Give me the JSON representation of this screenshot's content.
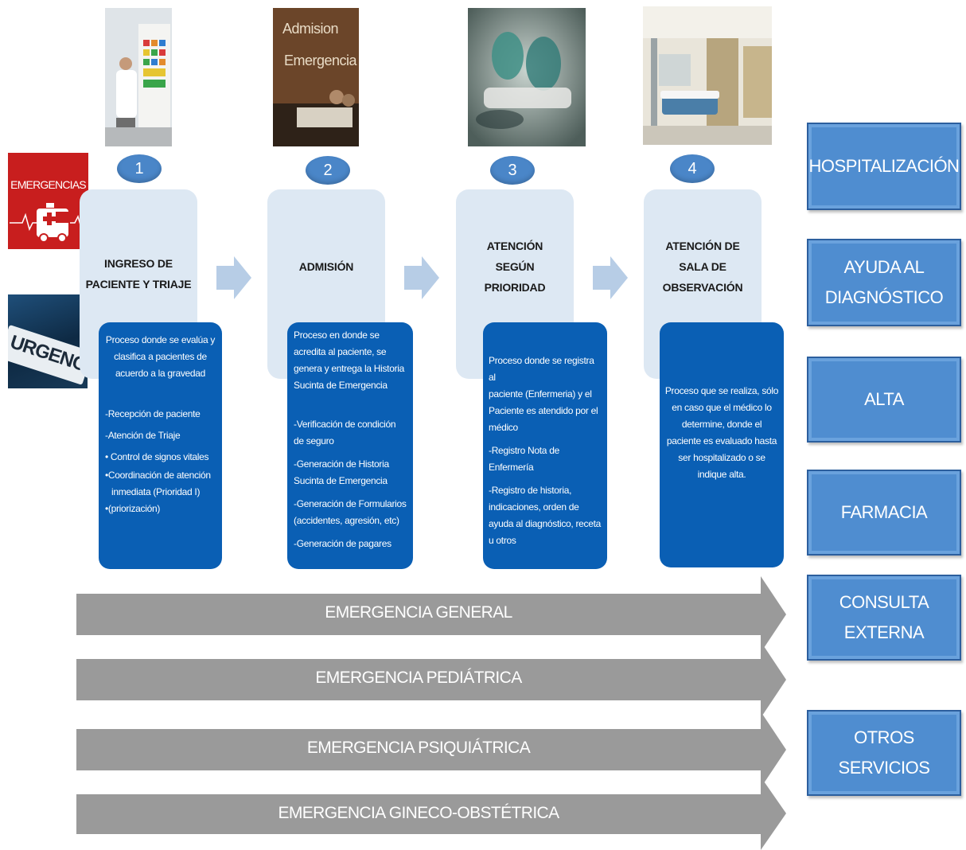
{
  "logos": {
    "emergencias_text": "EMERGENCIAS",
    "urgencia_text": "URGENCIA"
  },
  "steps": [
    {
      "number": "1",
      "title_lines": [
        "INGRESO DE",
        "PACIENTE Y TRIAJE"
      ],
      "description_intro": [
        "Proceso donde se evalúa y",
        "clasifica a pacientes de",
        "acuerdo a la gravedad"
      ],
      "description_items": [
        "-Recepción de paciente",
        "-Atención de Triaje",
        "• Control de signos vitales",
        "•Coordinación de atención",
        "inmediata (Prioridad I)",
        "•(priorización)"
      ]
    },
    {
      "number": "2",
      "title_lines": [
        "ADMISIÓN"
      ],
      "description_intro": [
        "Proceso en donde se",
        "acredita al paciente, se",
        "genera y entrega la Historia",
        "Sucinta de Emergencia"
      ],
      "description_items": [
        "-Verificación de condición",
        "de seguro",
        "-Generación de Historia",
        "Sucinta de Emergencia",
        "-Generación de Formularios",
        "(accidentes, agresión, etc)",
        "-Generación de pagares"
      ]
    },
    {
      "number": "3",
      "title_lines": [
        "ATENCIÓN",
        "SEGÚN",
        "PRIORIDAD"
      ],
      "description_intro": [
        "Proceso donde se registra al",
        "paciente (Enfermeria) y el",
        "Paciente es atendido por el",
        "médico"
      ],
      "description_items": [
        "-Registro Nota de",
        "Enfermería",
        "-Registro de historia,",
        "indicaciones, orden de",
        "ayuda al diagnóstico, receta",
        "u otros"
      ]
    },
    {
      "number": "4",
      "title_lines": [
        "ATENCIÓN DE",
        "SALA DE",
        "OBSERVACIÓN"
      ],
      "description_intro": [
        "Proceso que se realiza, sólo",
        "en caso que el médico lo",
        "determine, donde el",
        "paciente es evaluado hasta",
        "ser hospitalizado o se",
        "indique alta."
      ],
      "description_items": []
    }
  ],
  "photos": {
    "admission_sign_lines": [
      "Admision",
      "Emergencia"
    ]
  },
  "flows": [
    "EMERGENCIA GENERAL",
    "EMERGENCIA PEDIÁTRICA",
    "EMERGENCIA PSIQUIÁTRICA",
    "EMERGENCIA GINECO-OBSTÉTRICA"
  ],
  "services": [
    [
      "HOSPITALIZACIÓN"
    ],
    [
      "AYUDA AL",
      "DIAGNÓSTICO"
    ],
    [
      "ALTA"
    ],
    [
      "FARMACIA"
    ],
    [
      "CONSULTA",
      "EXTERNA"
    ],
    [
      "OTROS SERVICIOS"
    ]
  ],
  "colors": {
    "panel": "#dde8f3",
    "desc_box": "#0a5fb4",
    "step_number": "#4a86c8",
    "service_box": "#4f8dd0",
    "flow_arrow": "#9a9a9a",
    "emergencias_logo": "#c81e1e"
  }
}
